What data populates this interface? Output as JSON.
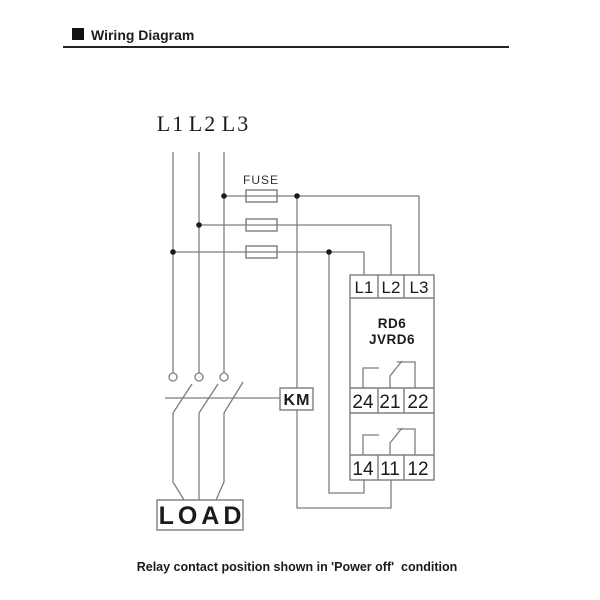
{
  "header": {
    "title": "Wiring Diagram",
    "bullet_icon": "black-square"
  },
  "circuit": {
    "phase_labels": [
      "L1",
      "L2",
      "L3"
    ],
    "fuse_label": "FUSE",
    "fuse_count": 3,
    "relay": {
      "model_line1": "RD6",
      "model_line2": "JVRD6",
      "input_terminals": [
        "L1",
        "L2",
        "L3"
      ],
      "upper_contact_terminals": [
        "24",
        "21",
        "22"
      ],
      "lower_contact_terminals": [
        "14",
        "11",
        "12"
      ]
    },
    "contactor_label": "KM",
    "load_label": "LOAD"
  },
  "caption": "Relay contact position shown in 'Power off'  condition",
  "colors": {
    "wire": "#7e7e7e",
    "ink": "#1b1b1b",
    "background": "#ffffff"
  }
}
